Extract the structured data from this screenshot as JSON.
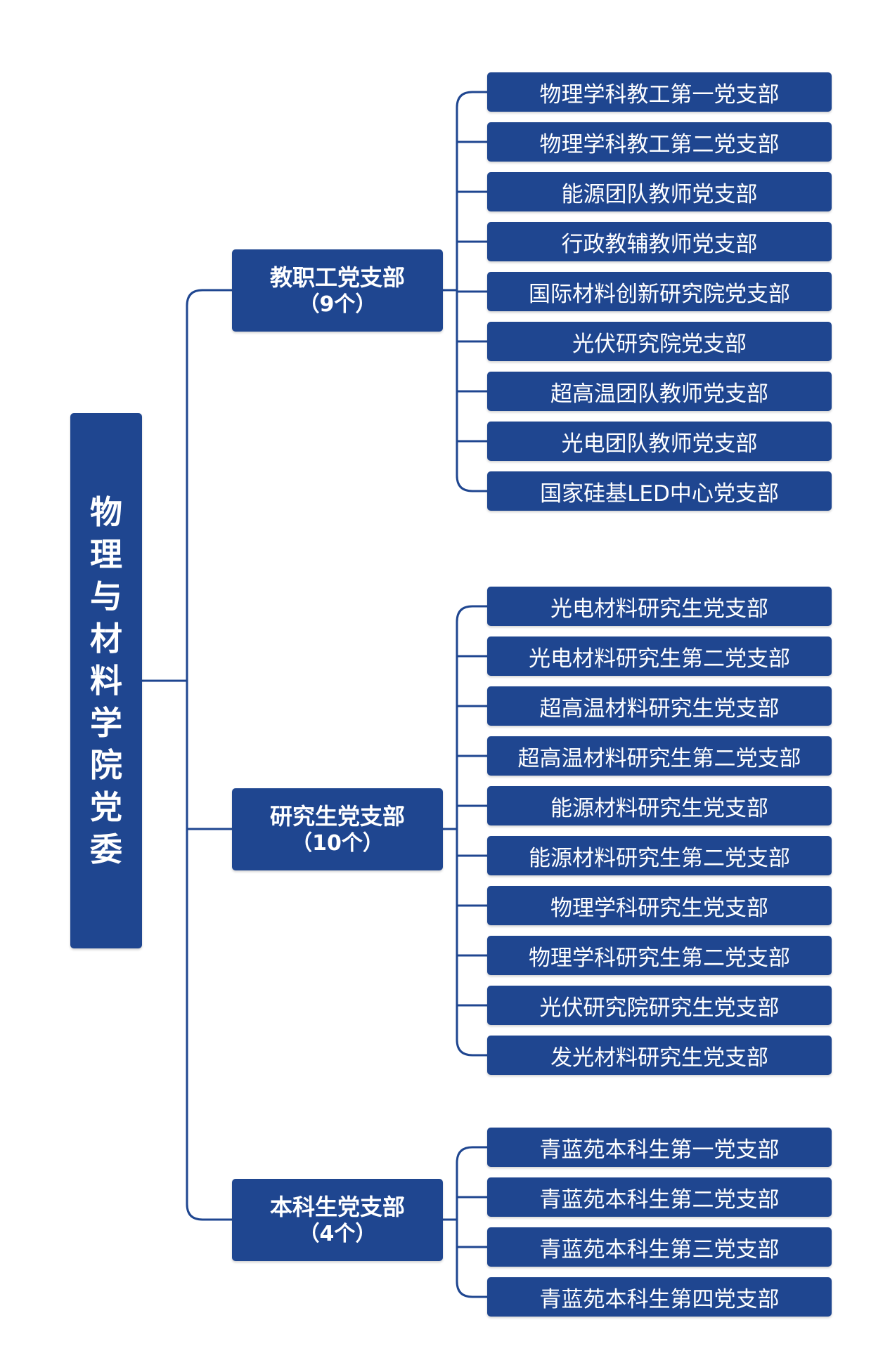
{
  "colors": {
    "box": "#1f4690",
    "line": "#1f4690",
    "text": "#ffffff"
  },
  "root": {
    "chars": [
      "物",
      "理",
      "与",
      "材",
      "料",
      "学",
      "院",
      "党",
      "委"
    ]
  },
  "groups": [
    {
      "name": "教职工党支部",
      "count": "（9个）",
      "branches": [
        "物理学科教工第一党支部",
        "物理学科教工第二党支部",
        "能源团队教师党支部",
        "行政教辅教师党支部",
        "国际材料创新研究院党支部",
        "光伏研究院党支部",
        "超高温团队教师党支部",
        "光电团队教师党支部",
        "国家硅基LED中心党支部"
      ]
    },
    {
      "name": "研究生党支部",
      "count": "（10个）",
      "branches": [
        "光电材料研究生党支部",
        "光电材料研究生第二党支部",
        "超高温材料研究生党支部",
        "超高温材料研究生第二党支部",
        "能源材料研究生党支部",
        "能源材料研究生第二党支部",
        "物理学科研究生党支部",
        "物理学科研究生第二党支部",
        "光伏研究院研究生党支部",
        "发光材料研究生党支部"
      ]
    },
    {
      "name": "本科生党支部",
      "count": "（4个）",
      "branches": [
        "青蓝苑本科生第一党支部",
        "青蓝苑本科生第二党支部",
        "青蓝苑本科生第三党支部",
        "青蓝苑本科生第四党支部"
      ]
    }
  ]
}
